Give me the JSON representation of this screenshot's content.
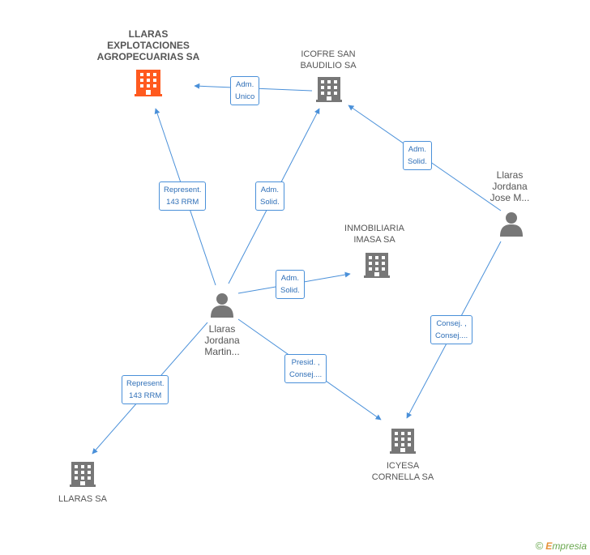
{
  "colors": {
    "edge": "#4a90d9",
    "company": "#777777",
    "company_highlight": "#ff5a1f",
    "person": "#777777"
  },
  "nodes": {
    "llaras_explotaciones": {
      "lines": [
        "LLARAS",
        "EXPLOTACIONES",
        "AGROPECUARIAS SA"
      ],
      "icon": "building-icon"
    },
    "icofre": {
      "lines": [
        "ICOFRE SAN",
        "BAUDILIO SA"
      ],
      "icon": "building-icon"
    },
    "inmobiliaria": {
      "lines": [
        "INMOBILIARIA",
        "IMASA SA"
      ],
      "icon": "building-icon"
    },
    "llaras_sa": {
      "lines": [
        "LLARAS SA"
      ],
      "icon": "building-icon"
    },
    "icyesa": {
      "lines": [
        "ICYESA",
        "CORNELLA SA"
      ],
      "icon": "building-icon"
    },
    "person_martin": {
      "lines": [
        "Llaras",
        "Jordana",
        "Martin..."
      ],
      "icon": "person-icon"
    },
    "person_jose": {
      "lines": [
        "Llaras",
        "Jordana",
        "Jose M..."
      ],
      "icon": "person-icon"
    }
  },
  "edges": {
    "icofre_to_explotaciones": [
      "Adm.",
      "Unico"
    ],
    "martin_to_explotaciones": [
      "Represent.",
      "143 RRM"
    ],
    "martin_to_icofre": [
      "Adm.",
      "Solid."
    ],
    "jose_to_icofre": [
      "Adm.",
      "Solid."
    ],
    "martin_to_inmobiliaria": [
      "Adm.",
      "Solid."
    ],
    "martin_to_llaras_sa": [
      "Represent.",
      "143 RRM"
    ],
    "martin_to_icyesa": [
      "Presid. ,",
      "Consej...."
    ],
    "jose_to_icyesa": [
      "Consej. ,",
      "Consej...."
    ]
  },
  "footer": {
    "copyright": "©",
    "brand_initial": "E",
    "brand_rest": "mpresia"
  }
}
